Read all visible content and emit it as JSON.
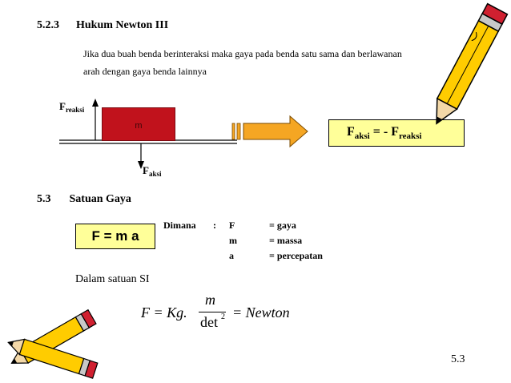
{
  "section_523": {
    "number": "5.2.3",
    "title": "Hukum Newton III"
  },
  "paragraph": {
    "line1": "Jika dua buah benda berinteraksi maka gaya pada benda satu sama dan berlawanan",
    "line2": "arah dengan gaya benda lainnya"
  },
  "diagram": {
    "f_reaksi_main": "F",
    "f_reaksi_sub": "reaksi",
    "mass_label": "m",
    "f_aksi_main": "F",
    "f_aksi_sub": "aksi"
  },
  "result_box": {
    "f1": "F",
    "f1_sub": "aksi",
    "operator": " = - F",
    "f2_sub": "reaksi"
  },
  "section_53": {
    "number": "5.3",
    "title": "Satuan Gaya"
  },
  "fma_box": "F = m a",
  "dimana": {
    "label": "Dimana",
    "colon": ":",
    "rows": [
      {
        "sym": "F",
        "desc": "= gaya"
      },
      {
        "sym": "m",
        "desc": "= massa"
      },
      {
        "sym": "a",
        "desc": "= percepatan"
      }
    ]
  },
  "si_text": "Dalam satuan SI",
  "equation": {
    "lhs": "F = Kg.",
    "numerator": "m",
    "denominator": "det",
    "exponent": "2",
    "rhs": "= Newton"
  },
  "page_number": "5.3",
  "colors": {
    "mass_block": "#c1121c",
    "formula_bg": "#ffff99",
    "arrow": "#f5a623"
  }
}
